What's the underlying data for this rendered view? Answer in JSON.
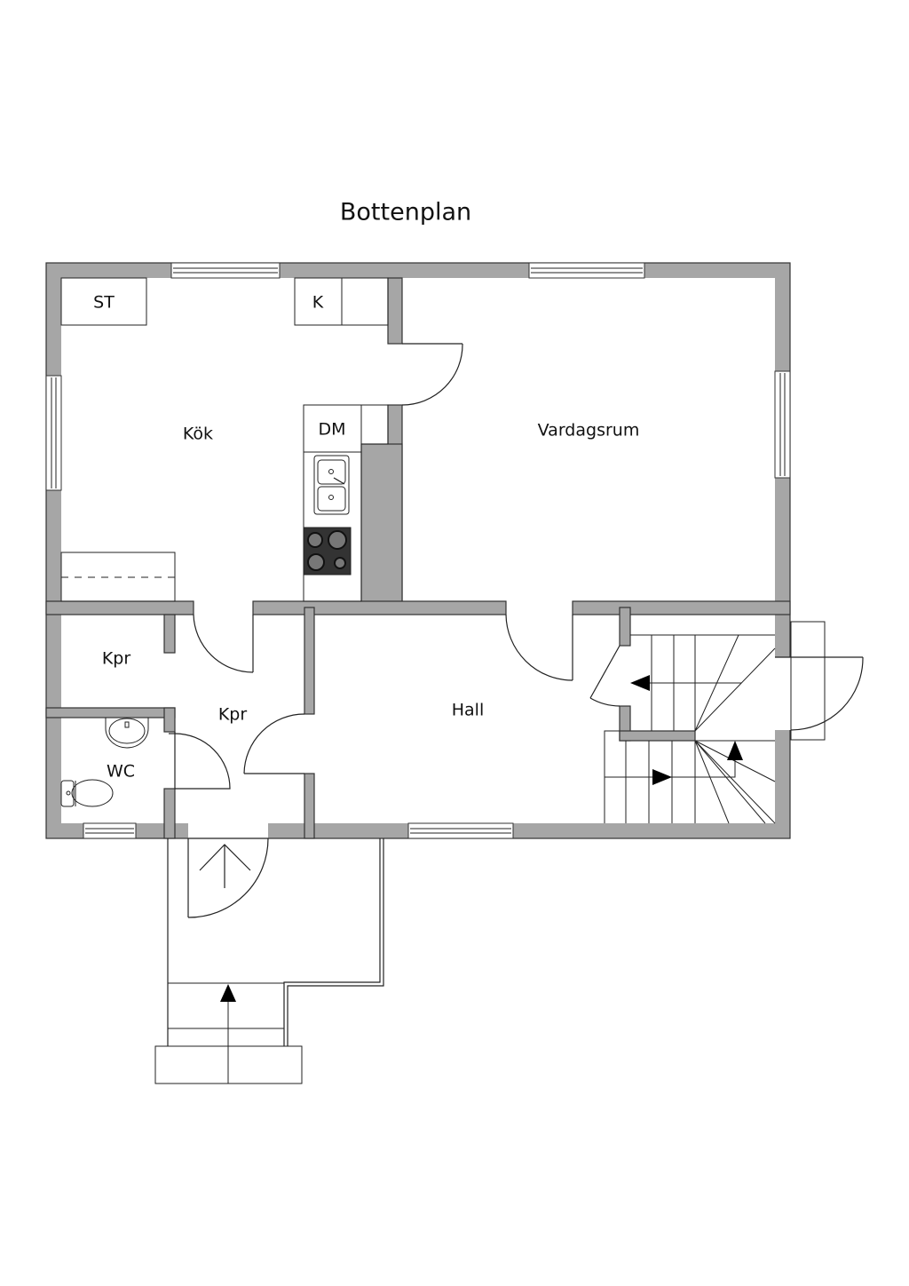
{
  "title": "Bottenplan",
  "rooms": {
    "kitchen": "Kök",
    "living_room": "Vardagsrum",
    "closet_1": "Kpr",
    "closet_2": "Kpr",
    "hall": "Hall",
    "wc": "WC"
  },
  "fixtures": {
    "wardrobe": "ST",
    "fridge": "K",
    "dishwasher": "DM"
  },
  "colors": {
    "wall": "#a6a6a6",
    "line": "#222222",
    "stove": "#333333"
  }
}
